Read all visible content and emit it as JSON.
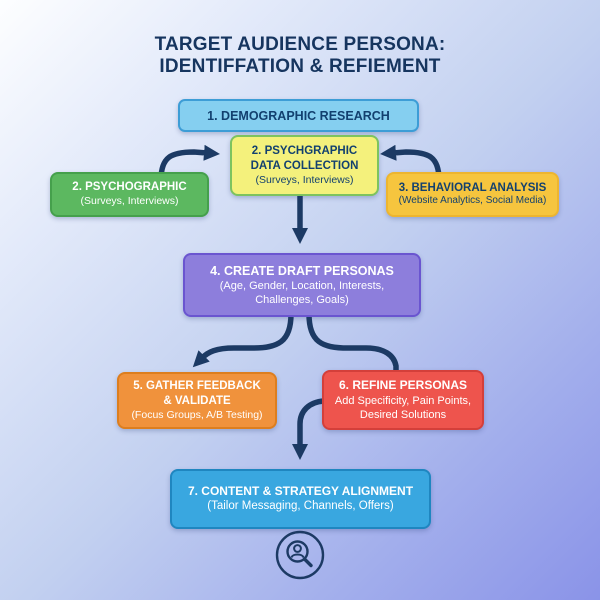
{
  "title": {
    "line1": "TARGET AUDIENCE PERSONA:",
    "line2": "IDENTIFFATION & REFIEMENT"
  },
  "nodes": {
    "demographic": {
      "title": "1. DEMOGRAPHIC RESEARCH"
    },
    "psychographic_data": {
      "title_line1": "2. PSYCHGRAPHIC",
      "title_line2": "DATA COLLECTION",
      "subtitle": "(Surveys, Interviews)"
    },
    "psychographic": {
      "title": "2. PSYCHOGRAPHIC",
      "subtitle": "(Surveys, Interviews)"
    },
    "behavioral": {
      "title": "3. BEHAVIORAL ANALYSIS",
      "subtitle": "(Website Analytics, Social Media)"
    },
    "draft_personas": {
      "title": "4. CREATE DRAFT PERSONAS",
      "subtitle_line1": "(Age, Gender, Location, Interests,",
      "subtitle_line2": "Challenges, Goals)"
    },
    "gather_feedback": {
      "title_line1": "5. GATHER FEEDBACK",
      "title_line2": "& VALIDATE",
      "subtitle": "(Focus Groups, A/B Testing)"
    },
    "refine_personas": {
      "title": "6. REFINE PERSONAS",
      "subtitle_line1": "Add Specificity, Pain Points,",
      "subtitle_line2": "Desired Solutions"
    },
    "content_strategy": {
      "title": "7. CONTENT & STRATEGY ALIGNMENT",
      "subtitle": "(Tailor Messaging, Channels, Offers)"
    }
  },
  "icon": "persona-search-icon",
  "colors": {
    "title_text": "#16355F",
    "arrow": "#1C3A64",
    "demographic_fill": "#85CFF0",
    "demographic_border": "#3D9DD6",
    "psychographic_data_fill": "#F4F17C",
    "psychographic_data_border": "#7DC35F",
    "psychographic_fill": "#5CB860",
    "behavioral_fill": "#F6C53E",
    "draft_personas_fill": "#8D7EDC",
    "gather_feedback_fill": "#F0923C",
    "refine_personas_fill": "#EE544D",
    "content_strategy_fill": "#39A7E0",
    "light_box_text": "#12406F",
    "dark_box_text": "#FFFFFF",
    "background_top_left": "#FDFEFF",
    "background_bottom_right": "#8A93E8"
  }
}
